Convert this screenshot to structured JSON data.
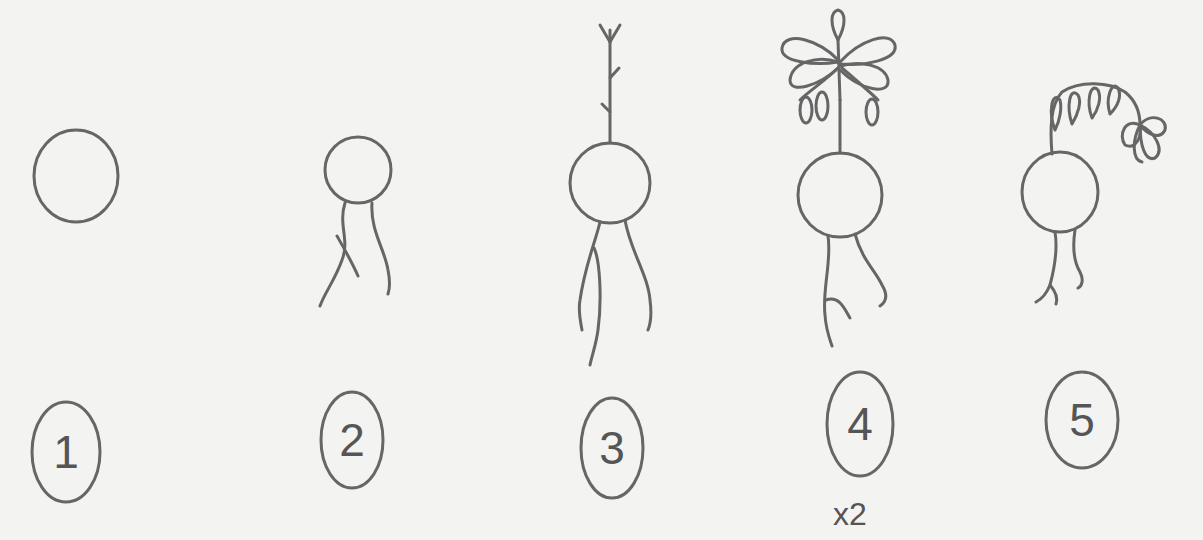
{
  "diagram": {
    "nodes": [
      {
        "text": [
          "1"
        ]
      },
      {
        "text": [
          "2"
        ]
      },
      {
        "text": [
          "3"
        ]
      },
      {
        "text": [
          "4"
        ]
      },
      {
        "text": [
          "5"
        ]
      }
    ],
    "labels": [
      "x2"
    ]
  }
}
